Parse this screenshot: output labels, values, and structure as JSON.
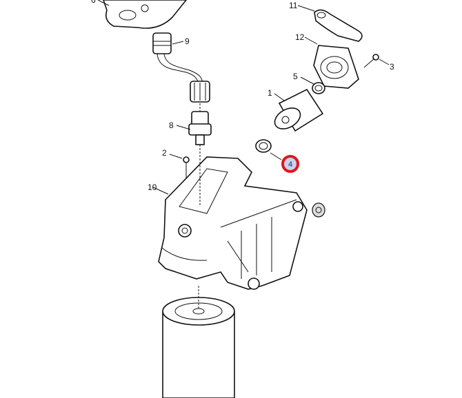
{
  "diagram": {
    "callouts": [
      {
        "id": "6",
        "label": "6"
      },
      {
        "id": "11",
        "label": "11"
      },
      {
        "id": "12",
        "label": "12"
      },
      {
        "id": "3",
        "label": "3"
      },
      {
        "id": "9",
        "label": "9"
      },
      {
        "id": "5",
        "label": "5"
      },
      {
        "id": "1",
        "label": "1"
      },
      {
        "id": "8",
        "label": "8"
      },
      {
        "id": "2",
        "label": "2"
      },
      {
        "id": "10",
        "label": "10"
      }
    ],
    "selected_callout": {
      "label": "4",
      "ring_color": "#e0161e",
      "fill_color": "#c8d2ee"
    }
  }
}
